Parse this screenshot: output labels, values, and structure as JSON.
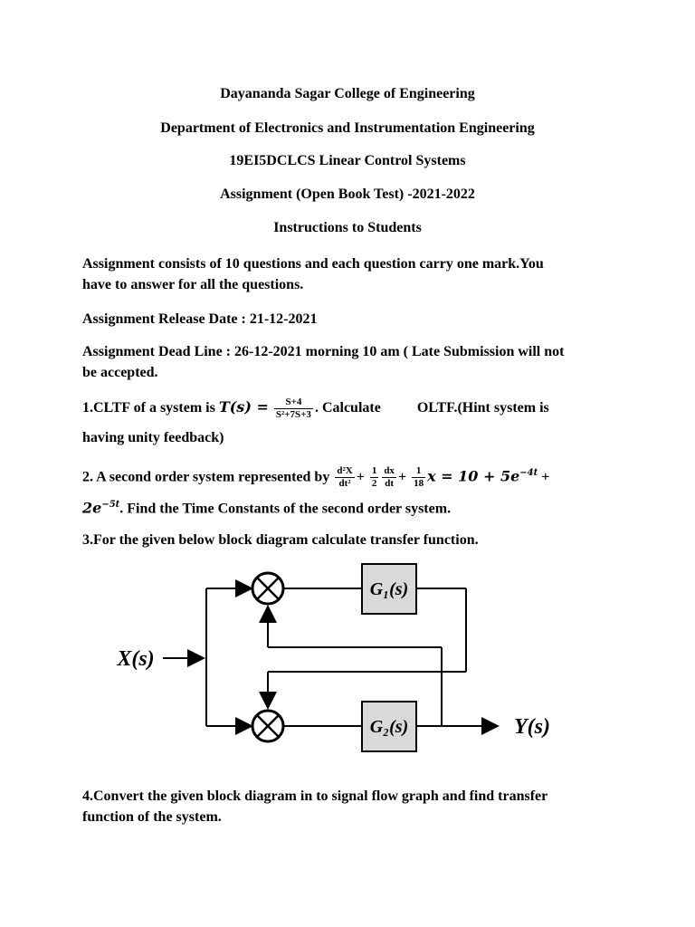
{
  "header": {
    "college": "Dayananda Sagar College of Engineering",
    "department": "Department of Electronics and Instrumentation Engineering",
    "course": "19EI5DCLCS Linear Control Systems",
    "assignment": "Assignment (Open Book Test) -2021-2022",
    "instructions_title": "Instructions to Students"
  },
  "instructions": {
    "line1": "Assignment consists of 10 questions and each question carry one mark.You",
    "line2": "have to answer for all the questions.",
    "release": "Assignment Release Date  : 21-12-2021",
    "deadline1": "Assignment Dead Line : 26-12-2021 morning 10 am ( Late Submission will not",
    "deadline2": "be accepted."
  },
  "questions": {
    "q1": {
      "prefix": "1.CLTF of a system is ",
      "tf_lhs": "T(s) =",
      "num": "S+4",
      "den": "S²+7S+3",
      "mid": ". Calculate",
      "hint": "OLTF.(Hint system is",
      "line2": "having unity feedback)"
    },
    "q2": {
      "prefix": "2. A second order system represented by",
      "t1_num": "d²X",
      "t1_den": "dt²",
      "t2_coef_num": "1",
      "t2_coef_den": "2",
      "t2_num": "dx",
      "t2_den": "dt",
      "t3_num": "1",
      "t3_den": "18",
      "rhs": "x = 10 + 5e",
      "exp1": "−4t",
      "tail": "+",
      "line2_a": "2e",
      "exp2": "−5t",
      "line2_b": ". Find the Time Constants of the second order system."
    },
    "q3": "3.For the given below block diagram calculate transfer function.",
    "q4_line1": "4.Convert the given block diagram in to signal flow graph and find transfer",
    "q4_line2": "function of the system."
  },
  "diagram": {
    "input_label": "X(s)",
    "output_label": "Y(s)",
    "block1": "G₁(s)",
    "block2": "G₂(s)",
    "block_fill": "#d9d9d9"
  }
}
